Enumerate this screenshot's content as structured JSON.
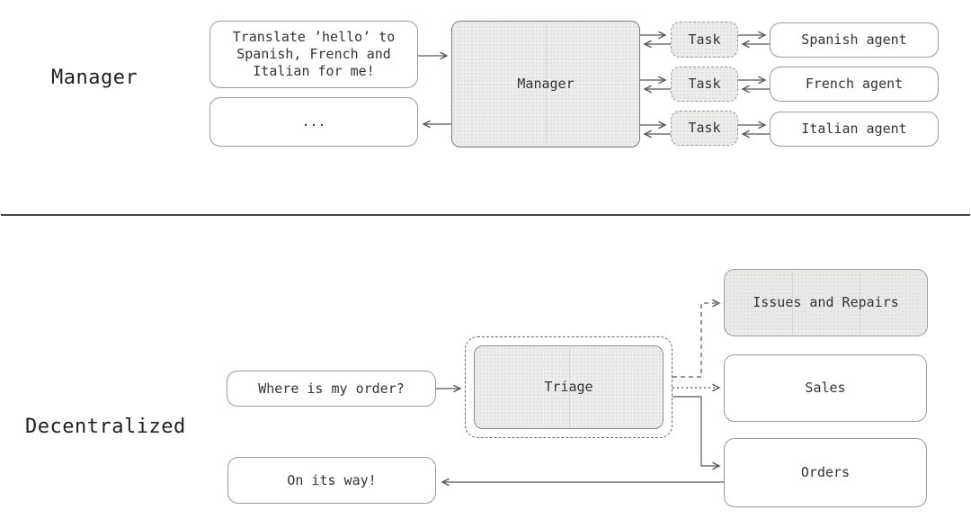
{
  "colors": {
    "background": "#ffffff",
    "text": "#333333",
    "label_text": "#1f1f1f",
    "node_border": "#9b9b9b",
    "hub_border": "#7b7b7b",
    "hub_fill": "#ededeb",
    "hub_fill_dot": "#dfdfdd",
    "arrow": "#565656",
    "divider": "#464646"
  },
  "manager_section": {
    "label": "Manager",
    "request": "Translate ’hello’ to Spanish, French and Italian for me!",
    "response": "...",
    "hub": "Manager",
    "tasks": [
      "Task",
      "Task",
      "Task"
    ],
    "agents": [
      "Spanish agent",
      "French agent",
      "Italian agent"
    ]
  },
  "decentralized_section": {
    "label": "Decentralized",
    "request": "Where is my order?",
    "response": "On its way!",
    "hub": "Triage",
    "agents": [
      "Issues and Repairs",
      "Sales",
      "Orders"
    ]
  }
}
